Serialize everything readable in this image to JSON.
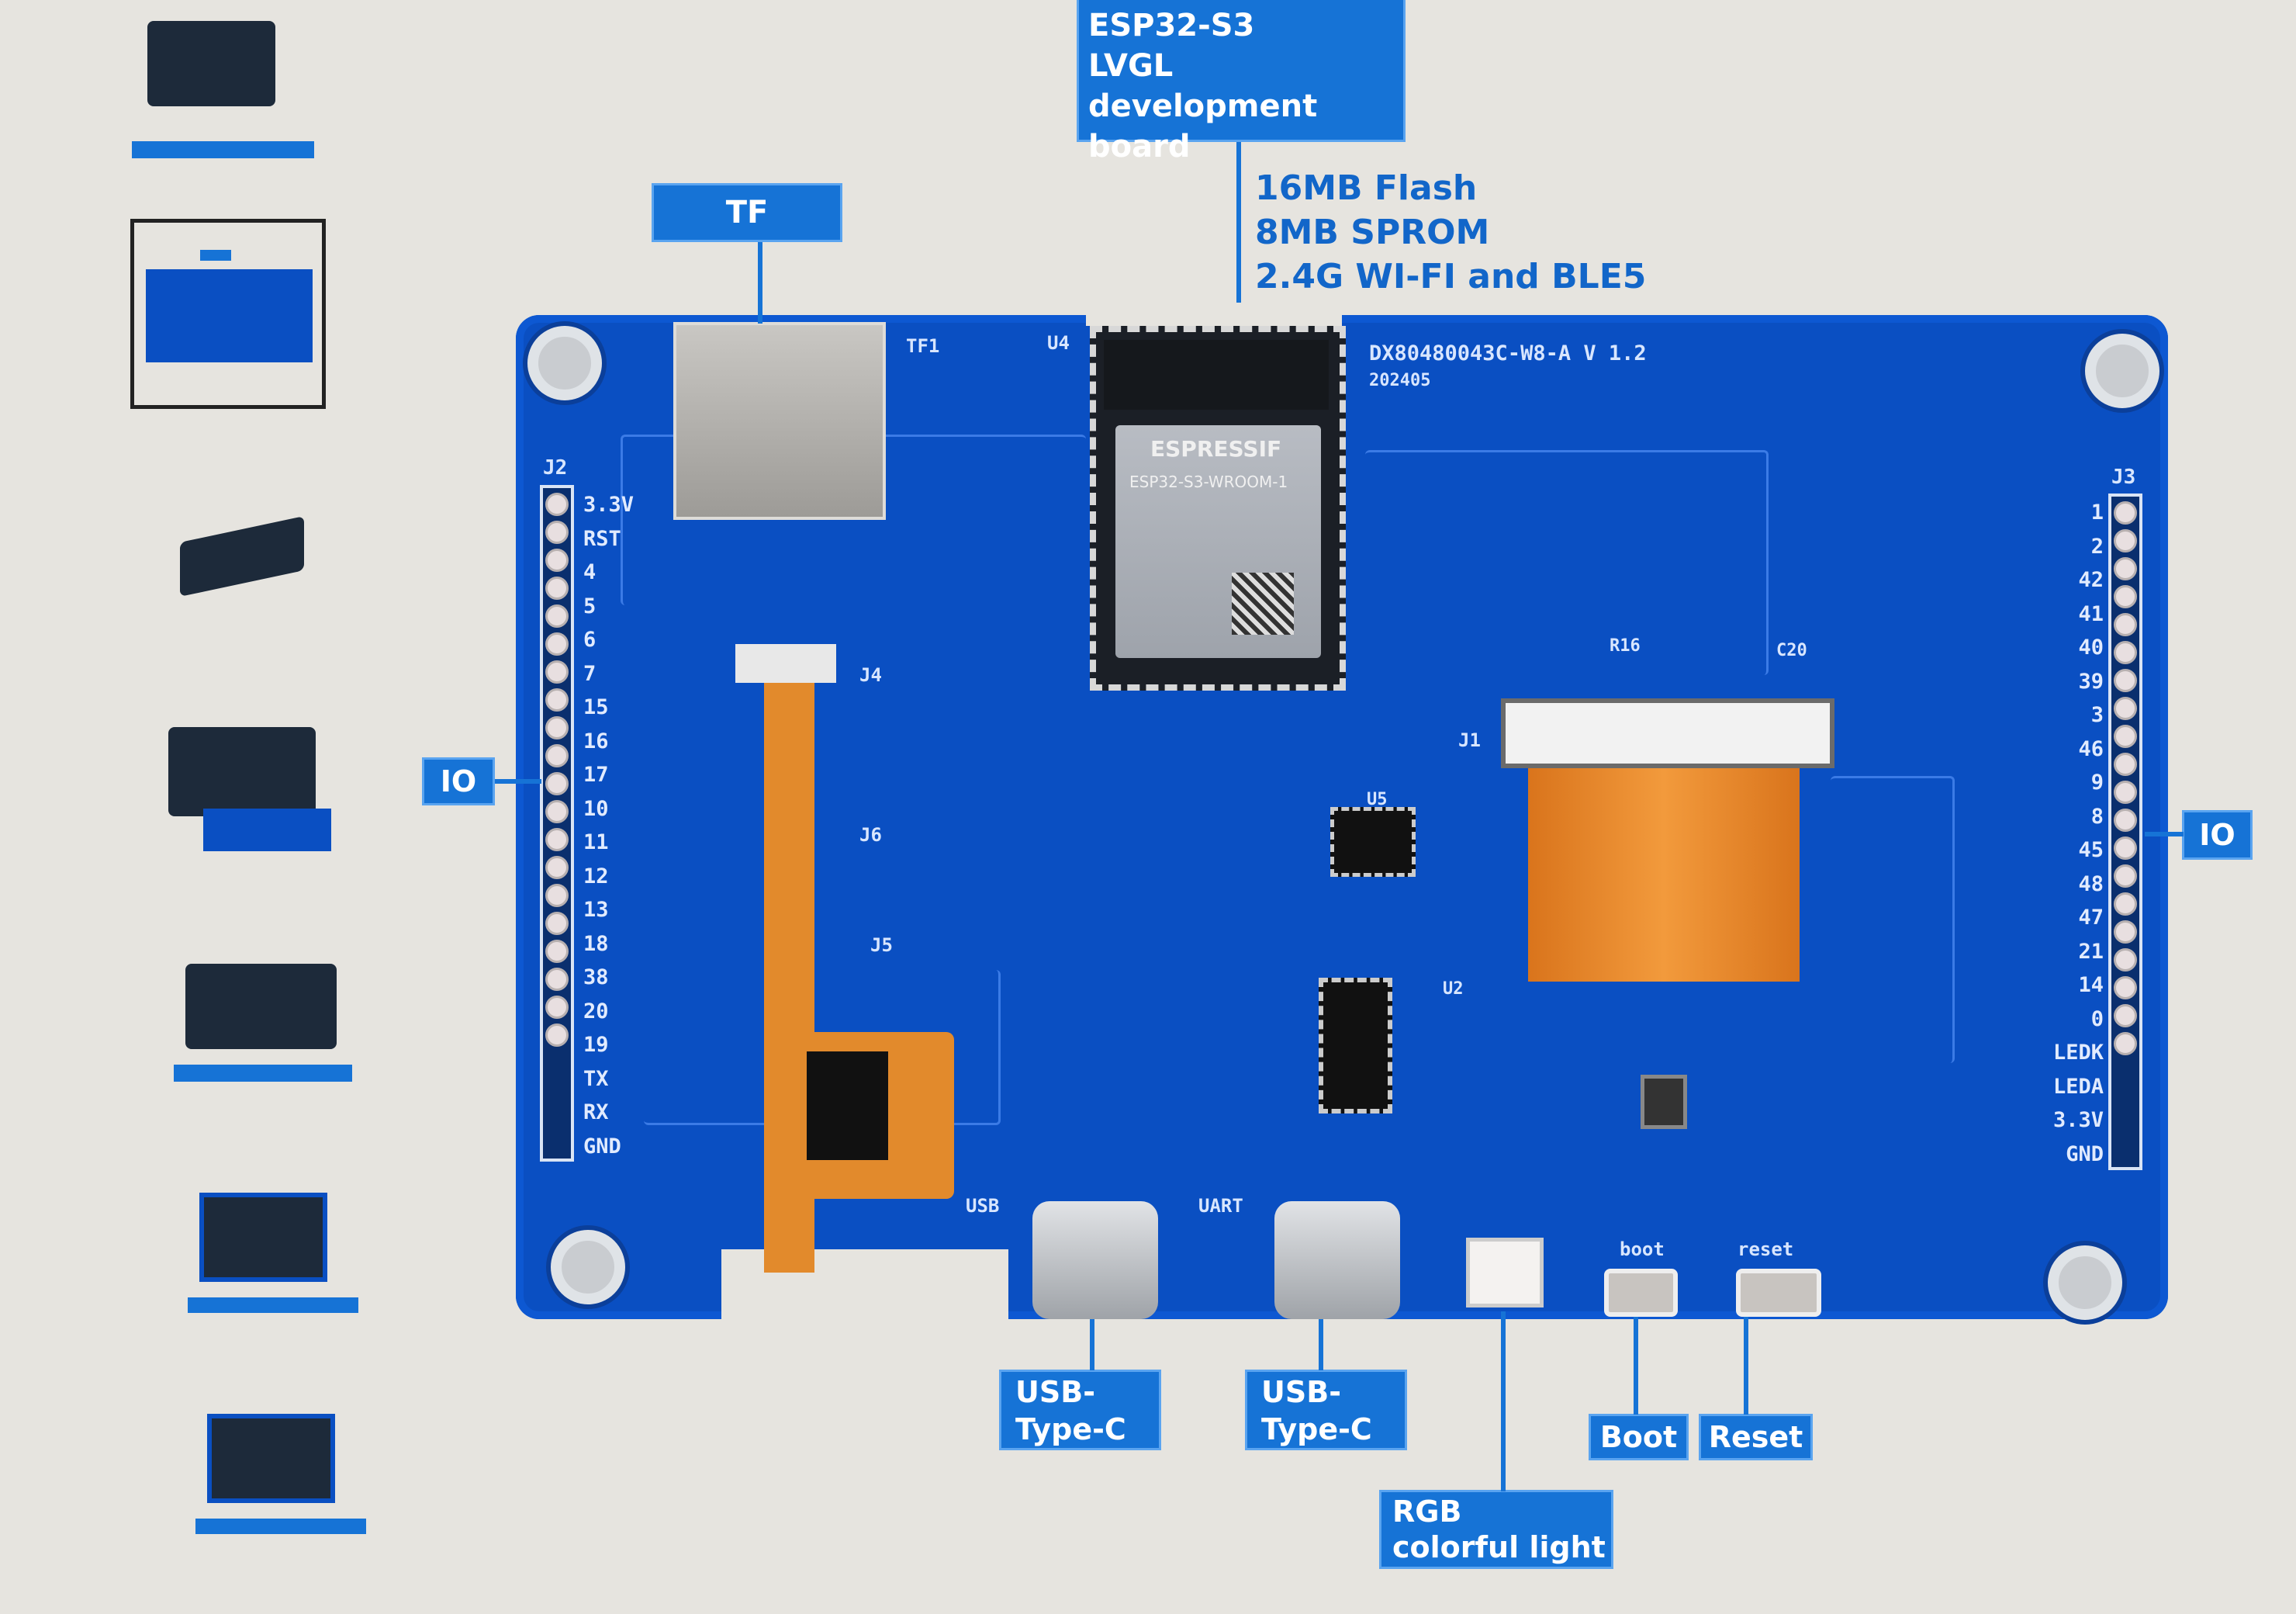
{
  "product_title": {
    "line1": "ESP32-S3",
    "line2": "LVGL",
    "line3": "development board"
  },
  "specs": [
    "16MB  Flash",
    "8MB  SPROM",
    "2.4G WI-FI and BLE5"
  ],
  "callouts": {
    "tf": "TF",
    "io_left": "IO",
    "io_right": "IO",
    "usb1": "USB-\nType-C",
    "usb2": "USB-\nType-C",
    "rgb": "RGB\ncolorful light",
    "boot": "Boot",
    "reset": "Reset"
  },
  "board": {
    "model": "DX80480043C-W8-A V 1.2",
    "date": "202405",
    "module_brand": "ESPRESSIF",
    "module_name": "ESP32-S3-WROOM-1",
    "silk": {
      "j2": "J2",
      "j3": "J3",
      "j1": "J1",
      "j4": "J4",
      "j5": "J5",
      "j6": "J6",
      "tf1": "TF1",
      "u4": "U4",
      "u5": "U5",
      "u2": "U2",
      "usb": "USB",
      "uart": "UART",
      "boot": "boot",
      "reset": "reset",
      "c20": "C20",
      "r16": "R16"
    }
  },
  "pins_left": [
    "3.3V",
    "RST",
    "4",
    "5",
    "6",
    "7",
    "15",
    "16",
    "17",
    "10",
    "11",
    "12",
    "13",
    "18",
    "38",
    "20",
    "19",
    "TX",
    "RX",
    "GND"
  ],
  "pins_right": [
    "1",
    "2",
    "42",
    "41",
    "40",
    "39",
    "3",
    "46",
    "9",
    "8",
    "45",
    "48",
    "47",
    "21",
    "14",
    "0",
    "LEDK",
    "LEDA",
    "3.3V",
    "GND"
  ],
  "thumbnails": [
    {
      "selected": false
    },
    {
      "selected": true
    },
    {
      "selected": false
    },
    {
      "selected": false
    },
    {
      "selected": false
    },
    {
      "selected": false
    },
    {
      "selected": false
    }
  ],
  "colors": {
    "accent": "#1673d6",
    "pcb": "#0a4fc2",
    "background": "#e6e4df"
  }
}
